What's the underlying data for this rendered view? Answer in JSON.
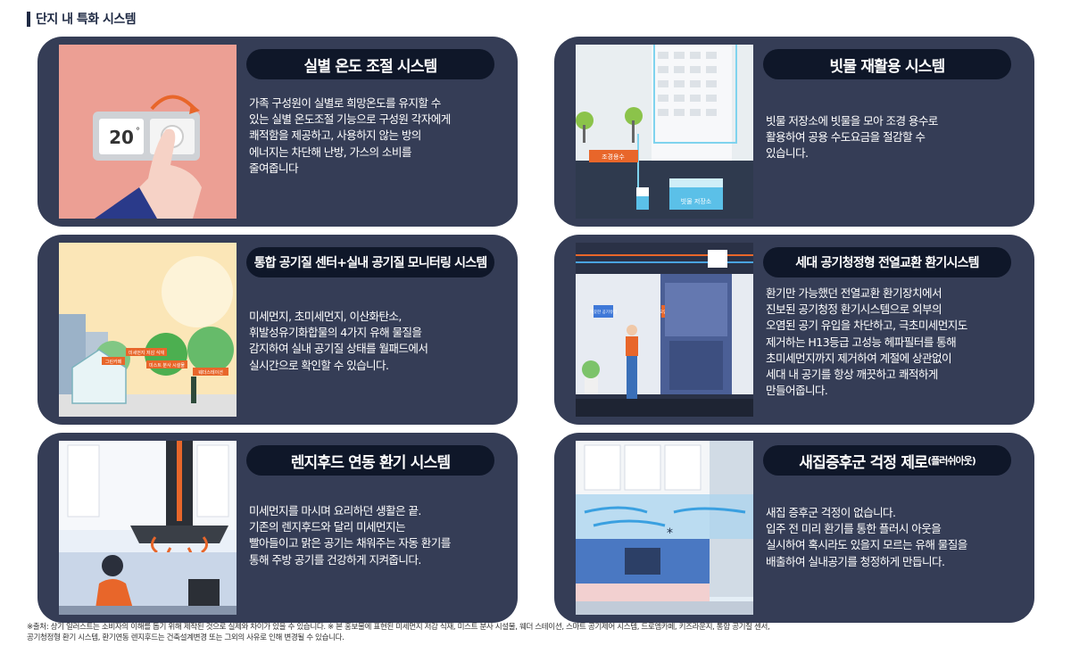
{
  "header": {
    "title": "단지 내 특화 시스템"
  },
  "cards": [
    {
      "title": "실별 온도 조절 시스템",
      "description": "가족 구성원이 실별로 희망온도를 유지할 수\n있는 실별 온도조절 기능으로 구성원 각자에게\n쾌적함을 제공하고, 사용하지 않는 방의\n에너지는 차단해 난방, 가스의 소비를\n줄여줍니다",
      "illustration": {
        "temperature": "20",
        "unit": "°"
      }
    },
    {
      "title": "빗물 재활용 시스템",
      "description": "빗물 저장소에 빗물을 모아 조경 용수로\n활용하여 공용 수도요금을 절감할 수\n있습니다.",
      "illustration": {
        "label_landscape": "조경용수",
        "label_storage": "빗물 저장소"
      }
    },
    {
      "title": "통합 공기질 센터+실내 공기질 모니터링 시스템",
      "description": "미세먼지, 초미세먼지, 이산화탄소,\n휘발성유기화합물의 4가지 유해 물질을\n감지하여 실내 공기질 상태를 월패드에서\n실시간으로 확인할 수 있습니다.",
      "illustration": {
        "tags": [
          "미세먼지 저감 식재",
          "그린카페",
          "미스트 분사 시설물",
          "웨더스테이션"
        ]
      }
    },
    {
      "title": "세대 공기청정형 전열교환 환기시스템",
      "description": "환기만 가능했던 전열교환 환기장치에서\n진보된 공기청정 환기시스템으로 외부의\n오염된 공기 유입을 차단하고, 극초미세먼지도\n제거하는 H13등급 고성능 헤파필터를 통해\n초미세먼지까지 제거하여 계절에 상관없이\n세대 내 공기를 항상 깨끗하고 쾌적하게\n만들어줍니다.",
      "illustration": {
        "label_clean": "깨끗한 공기유입",
        "label_dirty": "오염 공기배출"
      }
    },
    {
      "title": "렌지후드 연동 환기 시스템",
      "description": "미세먼지를 마시며 요리하던 생활은 끝.\n기존의 렌지후드와 달리 미세먼지는\n빨아들이고 맑은 공기는 채워주는 자동 환기를\n통해 주방 공기를 건강하게 지켜줍니다."
    },
    {
      "title": "새집증후군 걱정 제로",
      "title_suffix": "(플러쉬아웃)",
      "description": "새집 증후군 걱정이 없습니다.\n입주 전 미리 환기를 통한 플러시 아웃을\n실시하여 혹시라도 있을지 모르는 유해 물질을\n배출하여 실내공기를 청정하게 만듭니다."
    }
  ],
  "footnote": "※출처: 상기 일러스트는 소비자의 이해를 돕기 위해 제작된 것으로 실제와 차이가 있을 수 있습니다. ※ 본 홍보물에 표현된 미세먼지 저감 식재, 미스트 분사 시설물, 웨더 스테이션, 스마트 공기제어 시스템, 드로엠카페, 키즈라운지, 통합 공기질 센서,\n공기청정형 환기 시스템, 환기연동 렌지후드는 건축설계변경 또는 그외의 사유로 인해 변경될 수 있습니다.",
  "colors": {
    "card_bg": "#353d56",
    "pill_bg": "#0f1729",
    "accent_orange": "#e8662a"
  }
}
